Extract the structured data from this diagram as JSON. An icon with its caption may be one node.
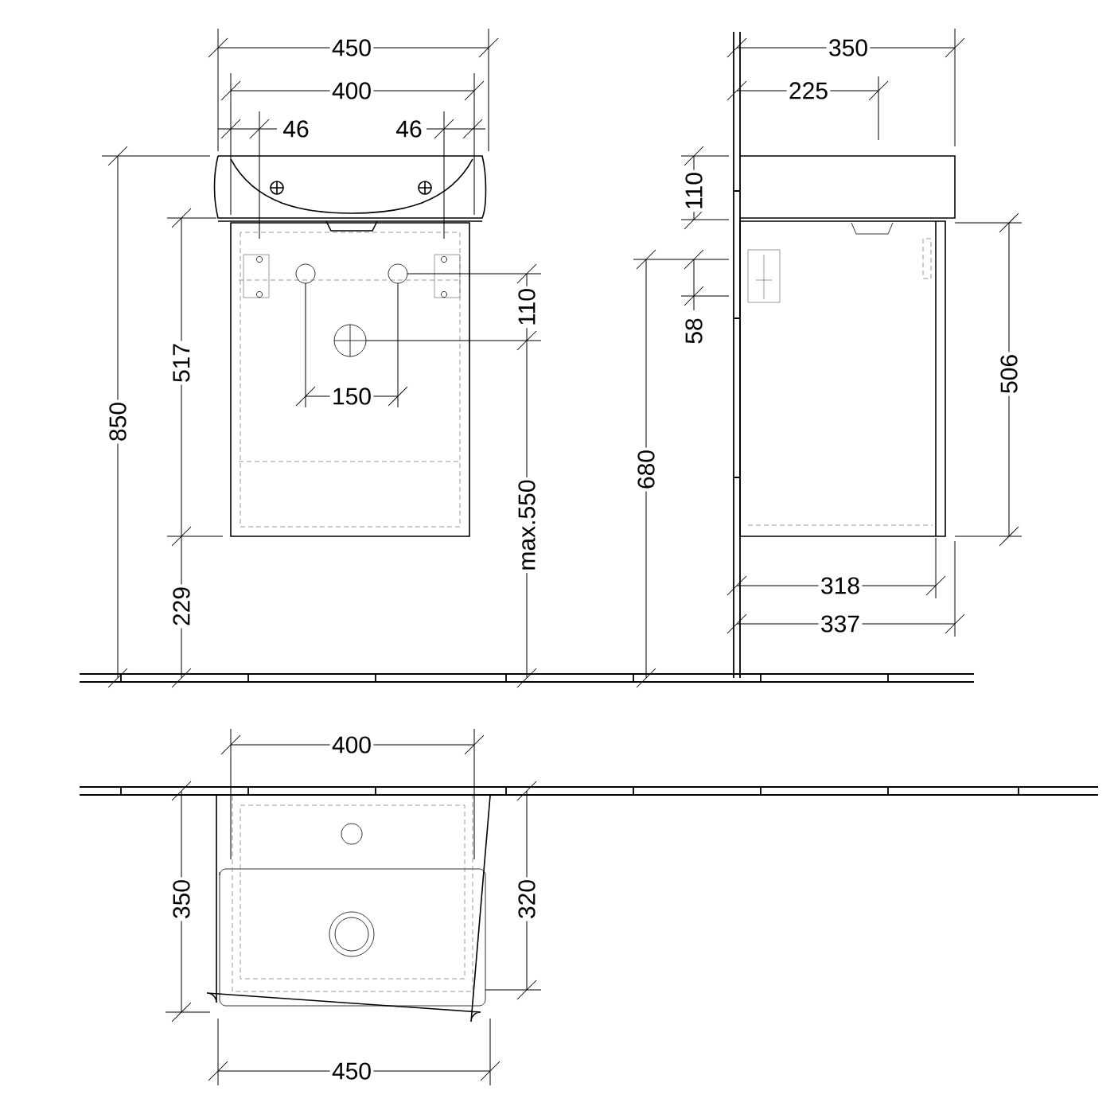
{
  "diagram": {
    "labels": [
      "450",
      "400",
      "46",
      "46",
      "850",
      "517",
      "110",
      "150",
      "max.550",
      "229",
      "350",
      "225",
      "110",
      "58",
      "506",
      "680",
      "318",
      "337",
      "400",
      "350",
      "320",
      "450"
    ]
  }
}
